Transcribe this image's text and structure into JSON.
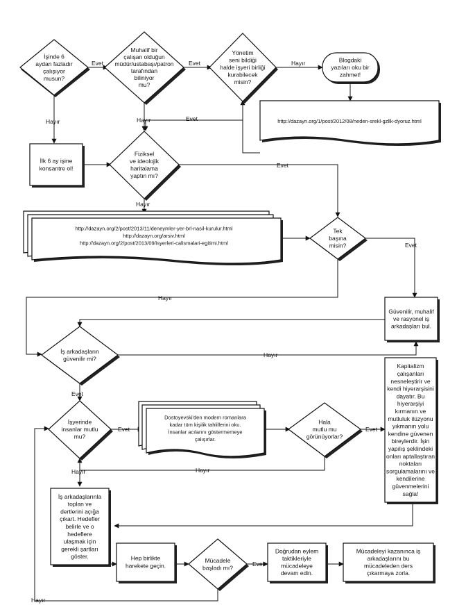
{
  "nodes": {
    "d1": [
      "İşinde 6",
      "aydan fazladır",
      "çalışıyor",
      "musun?"
    ],
    "d2": [
      "Muhalif bir",
      "çalışan olduğun",
      "müdür/ustabaşı/patron",
      "tarafından",
      "biliniyor",
      "mu?"
    ],
    "d3": [
      "Yönetim",
      "seni bildiği",
      "halde işyeri birliği",
      "kurabilecek",
      "misin?"
    ],
    "t1": [
      "Blogdaki",
      "yazıları oku bir",
      "zahmet!"
    ],
    "doc1": "http://dazayn.org/1/post/2012/08/neden-srekl-gzllk-dyoruz.html",
    "p1": [
      "İlk 6 ay işine",
      "konsantre ol!"
    ],
    "d4": [
      "Fiziksel",
      "ve ideolojik",
      "haritalama",
      "yaptın mı?"
    ],
    "doc2": [
      "http://dazayn.org/2/post/2013/11/deneymler-yer-brl-nasil-kurulur.html",
      "http://dazayn.org/arsiv.html",
      "http://dazayn.org/2/post/2013/09/isyerleri-calismalari-egitimi.html"
    ],
    "d5": [
      "Tek",
      "başına",
      "misin?"
    ],
    "p2": [
      "Güvenilir, muhalif",
      "ve rasyonel iş",
      "arkadaşları bul."
    ],
    "d6": [
      "İş arkadaşların",
      "güvenilir mi?"
    ],
    "d7": [
      "İşyerinde",
      "insanlar mutlu",
      "mu?"
    ],
    "doc3": [
      "Dostoyevski'den modern romanlara",
      "kadar tüm kişilik tahlillerini oku.",
      "İnsanlar acılarını göstermemeye",
      "çalışırlar."
    ],
    "d8": [
      "Hala",
      "mutlu mu",
      "görünüyorlar?"
    ],
    "p3": [
      "Kapitalizm",
      "çalışanları",
      "nesneleştirir ve",
      "kendi hiyerarşisini",
      "dayatır. Bu",
      "hiyerarşiyi",
      "kırmanın ve",
      "mutluluk ilüzyonu",
      "yıkmanın yolu",
      "kendine güvenen",
      "bireylerdir. İşin",
      "yapılış şeklindeki",
      "onları aptallaştıran",
      "noktaları",
      "sorgulamalarını ve",
      "kendilerine",
      "güvenmelerini",
      "sağla!"
    ],
    "p4": [
      "İş arkadaşlarınla",
      "toplan ve",
      "dertlerini açığa",
      "çıkart. Hedefler",
      "belirle ve o",
      "hedeflere",
      "ulaşmak için",
      "gerekli şartları",
      "göster."
    ],
    "p5": [
      "Hep birlikte",
      "harekete geçin."
    ],
    "d9": [
      "Mücadele",
      "başladı mı?"
    ],
    "p6": [
      "Doğrudan eylem",
      "taktikleriyle",
      "mücadeleye",
      "devam edin."
    ],
    "p7": [
      "Mücadeleyi kazanınca iş",
      "arkadaşlarını bu",
      "mücadeleden ders",
      "çıkarmaya zorla."
    ]
  },
  "edges": {
    "yes": "Evet",
    "no": "Hayır"
  }
}
